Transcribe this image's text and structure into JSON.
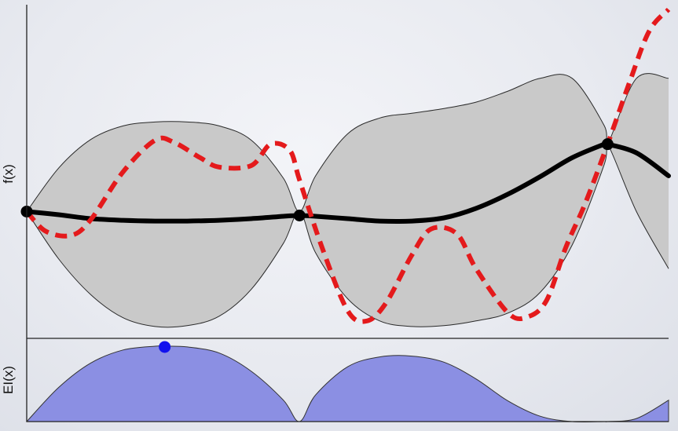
{
  "chart_data": [
    {
      "type": "line",
      "ylabel": "f(x)",
      "xlim": [
        0,
        1
      ],
      "ylim": [
        -1.6,
        2.55
      ],
      "grid": false,
      "legend": "none",
      "colors": {
        "confidence_band": "#c9c9c9",
        "band_edge": "#2a2a2a",
        "posterior_mean": "#000000",
        "true_function": "#e41a1c",
        "observation": "#000000"
      },
      "observations": {
        "x": [
          0.0,
          0.425,
          0.905
        ],
        "y": [
          0.0,
          -0.05,
          0.85
        ]
      },
      "posterior_mean": {
        "x": [
          0.0,
          0.05,
          0.1,
          0.15,
          0.2,
          0.25,
          0.3,
          0.35,
          0.4,
          0.425,
          0.45,
          0.5,
          0.55,
          0.6,
          0.65,
          0.7,
          0.75,
          0.8,
          0.85,
          0.9,
          0.905,
          0.95,
          1.0
        ],
        "y": [
          0.0,
          -0.04,
          -0.09,
          -0.11,
          -0.12,
          -0.12,
          -0.11,
          -0.09,
          -0.06,
          -0.05,
          -0.06,
          -0.09,
          -0.12,
          -0.12,
          -0.08,
          0.04,
          0.22,
          0.44,
          0.68,
          0.85,
          0.85,
          0.74,
          0.45
        ]
      },
      "upper_bound": {
        "x": [
          0.0,
          0.05,
          0.1,
          0.15,
          0.2,
          0.25,
          0.3,
          0.35,
          0.4,
          0.425,
          0.45,
          0.5,
          0.55,
          0.6,
          0.65,
          0.7,
          0.75,
          0.8,
          0.85,
          0.9,
          0.905,
          0.95,
          1.0
        ],
        "y": [
          0.0,
          0.55,
          0.91,
          1.08,
          1.13,
          1.13,
          1.08,
          0.9,
          0.42,
          0.0,
          0.45,
          0.98,
          1.18,
          1.24,
          1.3,
          1.38,
          1.52,
          1.68,
          1.68,
          1.08,
          0.85,
          1.68,
          1.68
        ]
      },
      "lower_bound": {
        "x": [
          0.0,
          0.05,
          0.1,
          0.15,
          0.2,
          0.25,
          0.3,
          0.35,
          0.4,
          0.425,
          0.45,
          0.5,
          0.55,
          0.6,
          0.65,
          0.7,
          0.75,
          0.8,
          0.85,
          0.9,
          0.905,
          0.95,
          1.0
        ],
        "y": [
          0.0,
          -0.6,
          -1.05,
          -1.34,
          -1.45,
          -1.44,
          -1.32,
          -0.98,
          -0.4,
          0.0,
          -0.52,
          -1.1,
          -1.38,
          -1.45,
          -1.44,
          -1.38,
          -1.28,
          -1.02,
          -0.42,
          0.6,
          0.85,
          0.0,
          -0.72
        ]
      },
      "true_function": {
        "x": [
          0.0,
          0.03,
          0.07,
          0.1,
          0.15,
          0.2,
          0.23,
          0.27,
          0.3,
          0.35,
          0.38,
          0.41,
          0.425,
          0.46,
          0.5,
          0.53,
          0.56,
          0.6,
          0.63,
          0.67,
          0.7,
          0.75,
          0.78,
          0.81,
          0.84,
          0.87,
          0.905,
          0.94,
          0.97,
          1.0
        ],
        "y": [
          0.0,
          -0.25,
          -0.3,
          -0.1,
          0.5,
          0.9,
          0.87,
          0.68,
          0.56,
          0.58,
          0.85,
          0.77,
          0.4,
          -0.45,
          -1.25,
          -1.38,
          -1.15,
          -0.55,
          -0.22,
          -0.28,
          -0.72,
          -1.28,
          -1.33,
          -1.12,
          -0.45,
          0.1,
          0.85,
          1.65,
          2.28,
          2.55
        ]
      }
    },
    {
      "type": "area",
      "ylabel": "EI(x)",
      "xlim": [
        0,
        1
      ],
      "ylim": [
        0,
        1
      ],
      "grid": false,
      "legend": "none",
      "colors": {
        "area_fill": "#8b8fe3",
        "area_edge": "#333333",
        "next_point": "#1111ee"
      },
      "next_sample": {
        "x": 0.215,
        "y": 0.98
      },
      "values": {
        "x": [
          0.0,
          0.05,
          0.1,
          0.15,
          0.2,
          0.215,
          0.25,
          0.3,
          0.35,
          0.4,
          0.425,
          0.45,
          0.5,
          0.55,
          0.6,
          0.65,
          0.7,
          0.75,
          0.8,
          0.85,
          0.9,
          0.905,
          0.95,
          1.0
        ],
        "y": [
          0.0,
          0.45,
          0.77,
          0.94,
          0.99,
          0.99,
          0.98,
          0.9,
          0.66,
          0.28,
          0.0,
          0.35,
          0.72,
          0.85,
          0.86,
          0.78,
          0.56,
          0.27,
          0.07,
          0.0,
          0.0,
          0.0,
          0.04,
          0.28
        ]
      }
    }
  ]
}
